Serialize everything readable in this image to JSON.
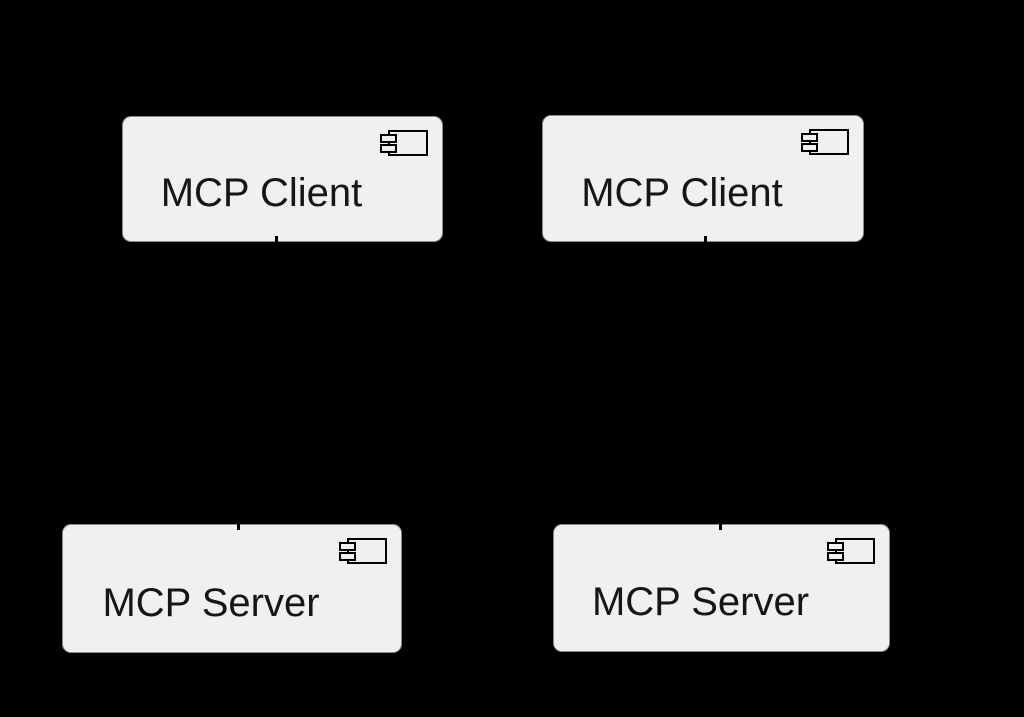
{
  "diagram": {
    "type": "uml-component-diagram",
    "background_color": "#000000",
    "node_style": {
      "fill_color": "#f0f0f0",
      "border_color": "#8b8b8b",
      "text_color": "#161616",
      "icon": "uml-component-icon",
      "icon_stroke_color": "#000000"
    },
    "nodes": [
      {
        "id": "mcp-client-left",
        "label": "MCP Client"
      },
      {
        "id": "mcp-client-right",
        "label": "MCP Client"
      },
      {
        "id": "mcp-server-left",
        "label": "MCP Server"
      },
      {
        "id": "mcp-server-right",
        "label": "MCP Server"
      }
    ],
    "edge_stubs": [
      {
        "attached_to": "mcp-client-left",
        "edge": "bottom"
      },
      {
        "attached_to": "mcp-client-right",
        "edge": "bottom"
      },
      {
        "attached_to": "mcp-server-left",
        "edge": "top"
      },
      {
        "attached_to": "mcp-server-right",
        "edge": "top"
      }
    ]
  }
}
